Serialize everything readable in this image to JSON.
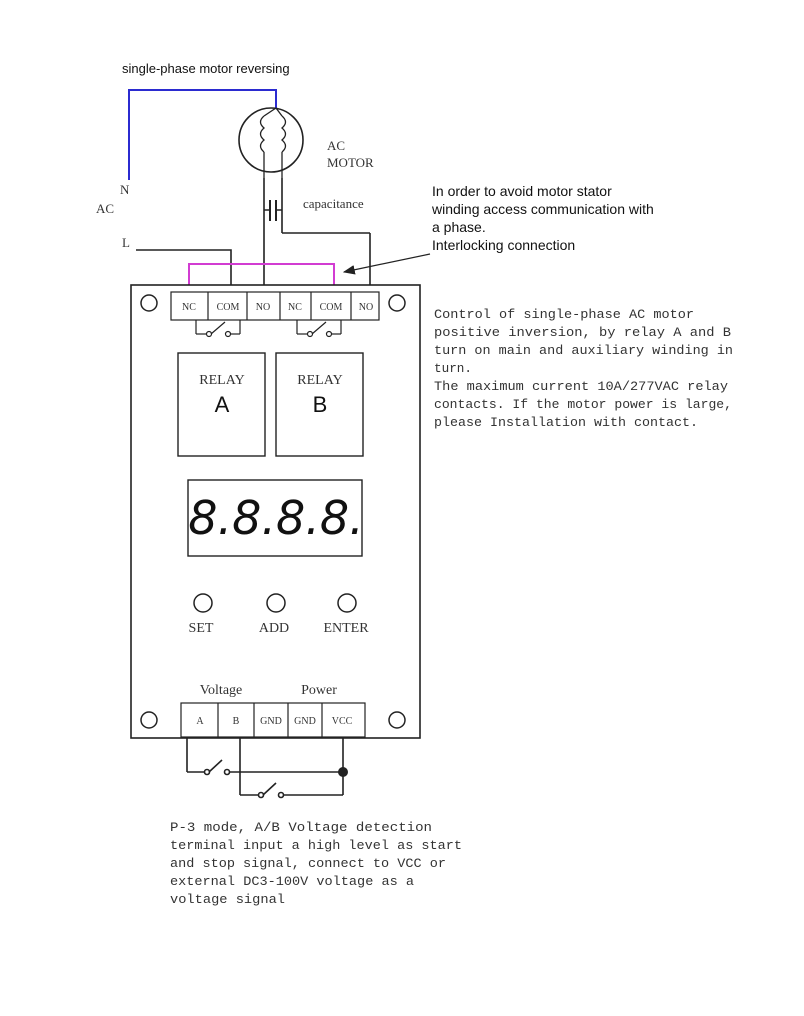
{
  "title": "single-phase motor reversing",
  "motor": {
    "label_line1": "AC",
    "label_line2": "MOTOR"
  },
  "capacitor_label": "capacitance",
  "ac_source": {
    "label": "AC",
    "n_label": "N",
    "l_label": "L"
  },
  "interlock_note": [
    "In order to avoid motor stator",
    "winding access communication with",
    "a phase.",
    "Interlocking connection"
  ],
  "relay_terminals": [
    "NC",
    "COM",
    "NO",
    "NC",
    "COM",
    "NO"
  ],
  "relays": [
    {
      "label": "RELAY",
      "letter": "A"
    },
    {
      "label": "RELAY",
      "letter": "B"
    }
  ],
  "display": {
    "value": "8.8.8.8."
  },
  "buttons": [
    "SET",
    "ADD",
    "ENTER"
  ],
  "input_groups": {
    "voltage": "Voltage",
    "power": "Power"
  },
  "input_terminals": [
    "A",
    "B",
    "GND",
    "GND",
    "VCC"
  ],
  "control_note": [
    "Control of single-phase AC motor",
    "positive inversion, by relay A and B",
    "turn on main and auxiliary winding in",
    "turn.",
    "The maximum current 10A/277VAC relay",
    "contacts. If the motor power is large,",
    "please Installation with contact."
  ],
  "p3_note": [
    "P-3  mode, A/B Voltage detection",
    "terminal input a high level as start",
    "and stop signal, connect to VCC or",
    "external DC3-100V voltage as a",
    "voltage signal"
  ],
  "colors": {
    "n_wire": "#2b2bd0",
    "interlock_wire": "#d23cd2",
    "line": "#222222"
  }
}
